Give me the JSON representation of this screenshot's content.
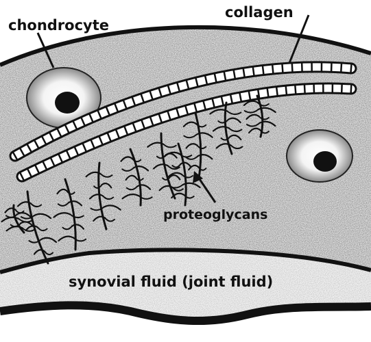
{
  "labels": {
    "chondrocyte": "chondrocyte",
    "collagen": "collagen",
    "proteoglycans": "proteoglycans",
    "synovial_fluid": "synovial fluid (joint fluid)"
  },
  "colors": {
    "ink": "#111111",
    "matrix": "#dcdcdc",
    "fluid": "#f2f2f2",
    "background": "#ffffff"
  },
  "icons": {
    "cell": "chondrocyte-cell-icon",
    "fiber": "collagen-fiber-icon",
    "branch": "proteoglycan-branch-icon"
  }
}
